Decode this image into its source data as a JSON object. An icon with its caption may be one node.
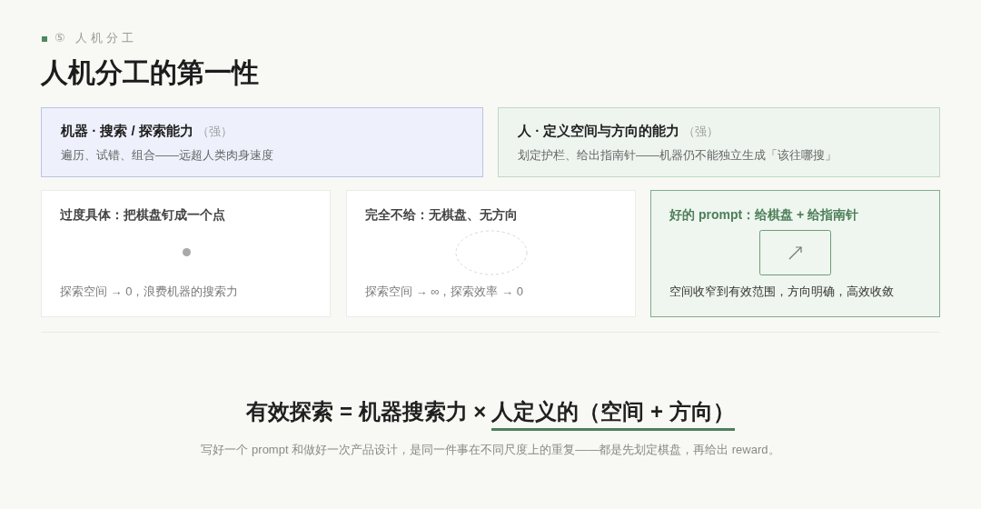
{
  "diagram": {
    "title": "人机分工的第一性",
    "nodes": [
      {
        "text": [
          "机器 · 搜索 / 探索能力",
          "（强）",
          "遍历、试错、组合——远超人类肉身速度"
        ]
      },
      {
        "text": [
          "人 · 定义空间与方向的能力",
          "（强）",
          "划定护栏、给出指南针——机器仍不能独立生成「该往哪搜」"
        ]
      },
      {
        "text": [
          "过度具体：把棋盘钉成一个点",
          "探索空间 → 0，浪费机器的搜索力"
        ]
      },
      {
        "text": [
          "完全不给：无棋盘、无方向",
          "探索空间 → ∞，探索效率 → 0"
        ]
      },
      {
        "text": [
          "好的 prompt：给棋盘 + 给指南针",
          "空间收窄到有效范围，方向明确，高效收敛"
        ]
      }
    ],
    "labels": [
      "⑤ 人机分工",
      "有效探索 = 机器搜索力 ×",
      "人定义的（空间 + 方向）",
      "写好一个 prompt 和做好一次产品设计，是同一件事在不同尺度上的重复——都是先划定棋盘，再给出 reward。"
    ]
  }
}
